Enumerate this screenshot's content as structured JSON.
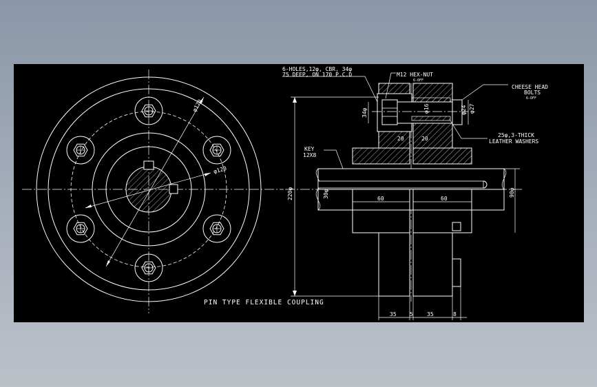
{
  "background_color": "#000000",
  "line_color": "#ffffff",
  "title": "PIN TYPE FLEXIBLE COUPLING",
  "labels": {
    "holes_line1": "6-HOLES,12φ, CBR, 34φ",
    "holes_line2": "75 DEEP, ON 170 P.C.D",
    "hexnut": "M12 HEX-NUT",
    "hexnut_qty": "6-OFF",
    "cheese_line1": "CHEESE HEAD",
    "cheese_line2": "BOLTS",
    "cheese_qty": "6-OFF",
    "washer_line1": "25φ,3-THICK",
    "washer_line2": "LEATHER WASHERS",
    "key_line1": "KEY",
    "key_line2": "12X8"
  },
  "dimensions": {
    "d_outer": "220φ",
    "d_shaft": "90φ",
    "d_shaft_side": "30φ",
    "d_pcd": "φ170",
    "d_hub": "φ120",
    "d_bolt": "φ16",
    "d_washer": "φ27",
    "d_hole": "φ24",
    "d_cbr": "34φ",
    "len_left": "60",
    "len_right": "60",
    "w_left": "20",
    "w_right": "20",
    "w_flange_left": "35",
    "w_gap": "5",
    "w_flange_right": "35",
    "w_end": "8"
  }
}
